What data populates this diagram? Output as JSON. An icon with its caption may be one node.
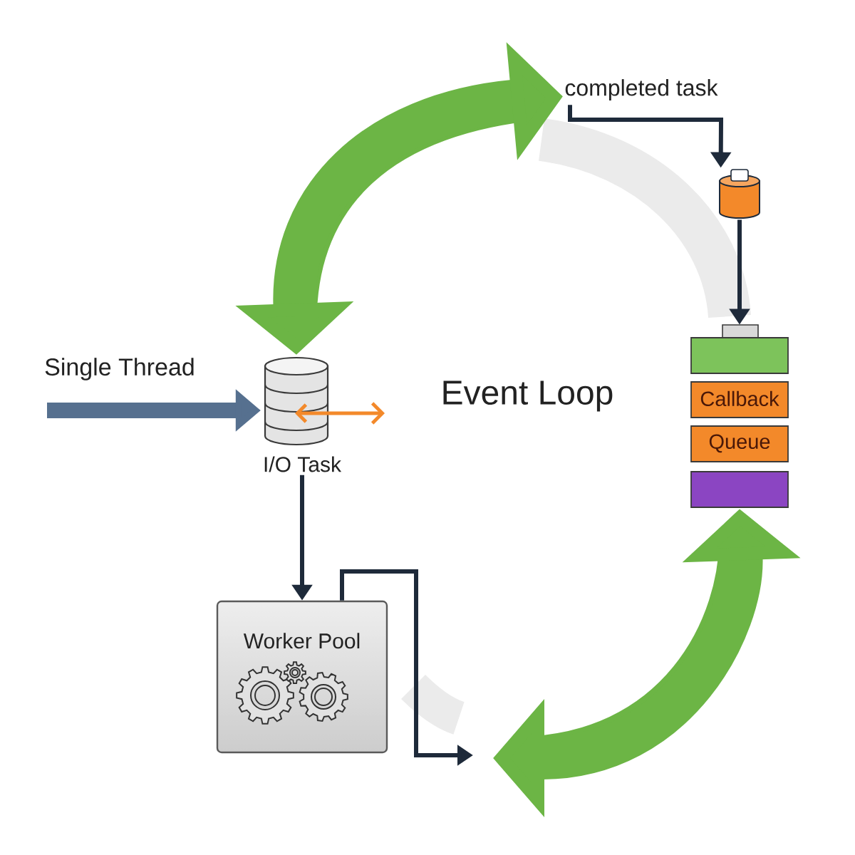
{
  "diagram": {
    "nodes": [
      {
        "text": [
          "completed task"
        ]
      },
      {
        "text": [],
        "shape": "cylinder"
      },
      {
        "text": [
          "Callback Queue"
        ]
      },
      {
        "text": [
          "I/O Task"
        ]
      },
      {
        "text": [
          "Worker Pool"
        ]
      }
    ],
    "edges": [
      {
        "from": null,
        "to": 3,
        "arrow": "to",
        "label": "Single Thread",
        "style": "thick",
        "color": "#56708f"
      },
      {
        "from": 3,
        "to": 0,
        "arrow": "both",
        "style": "thick",
        "color": "#6cb545"
      },
      {
        "from": 0,
        "to": 1,
        "arrow": "to"
      },
      {
        "from": 1,
        "to": 2,
        "arrow": "to"
      },
      {
        "from": 2,
        "to": null,
        "arrow": "both",
        "style": "thick",
        "color": "#6cb545"
      },
      {
        "from": 3,
        "to": 4,
        "arrow": "to"
      },
      {
        "from": 4,
        "to": null,
        "arrow": "to"
      }
    ],
    "labels": [
      "Event Loop"
    ]
  }
}
